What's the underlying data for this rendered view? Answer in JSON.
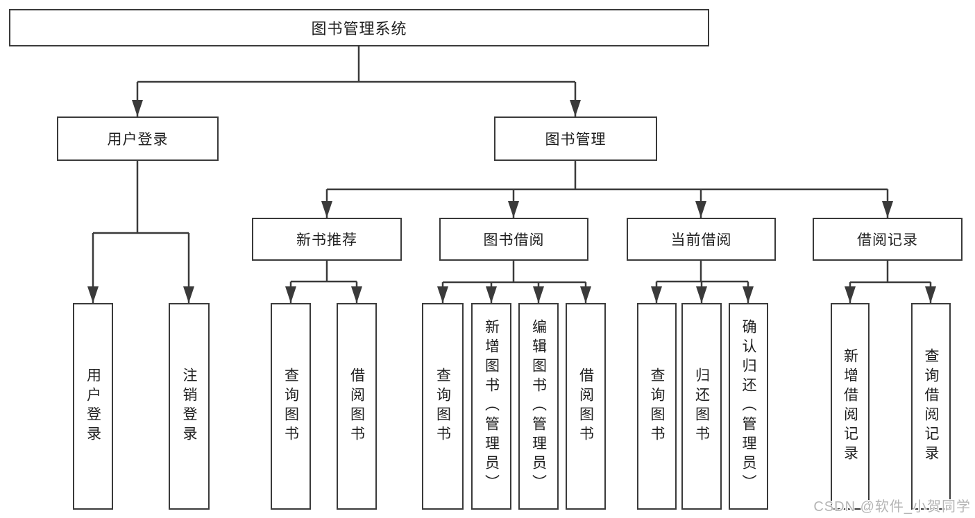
{
  "root": {
    "label": "图书管理系统"
  },
  "level2": {
    "user_login": "用户登录",
    "book_management": "图书管理"
  },
  "level3": {
    "new_book_recommend": "新书推荐",
    "book_borrowing": "图书借阅",
    "current_borrowing": "当前借阅",
    "borrowing_records": "借阅记录"
  },
  "leaves": {
    "user_login": [
      "用户登录",
      "注销登录"
    ],
    "new_book_recommend": [
      "查询图书",
      "借阅图书"
    ],
    "book_borrowing": [
      "查询图书",
      "新增图书（管理员）",
      "编辑图书（管理员）",
      "借阅图书"
    ],
    "current_borrowing": [
      "查询图书",
      "归还图书",
      "确认归还（管理员）"
    ],
    "borrowing_records": [
      "新增借阅记录",
      "查询借阅记录"
    ]
  },
  "watermark": "CSDN @软件_小贺同学",
  "colors": {
    "line": "#3a3a3a",
    "text": "#1f1f1f",
    "watermark": "#b5b5b5",
    "background": "#ffffff"
  }
}
